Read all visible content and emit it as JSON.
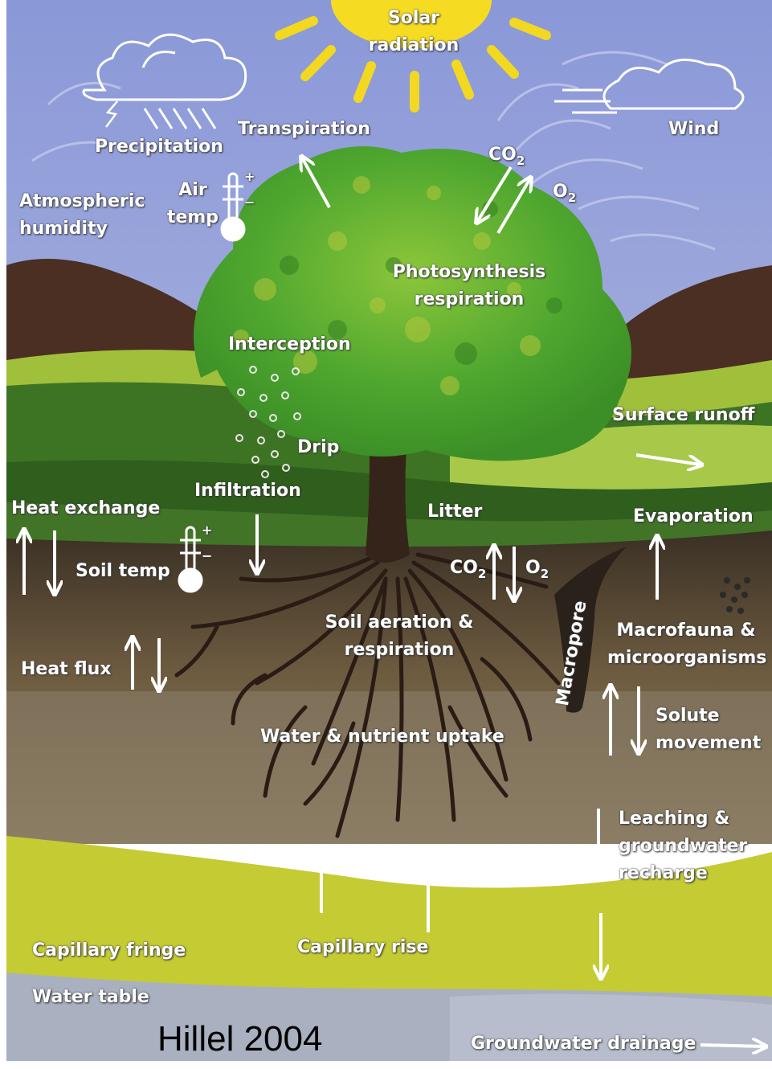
{
  "labels": {
    "solar_radiation": [
      "Solar",
      "radiation"
    ],
    "precipitation": "Precipitation",
    "transpiration": "Transpiration",
    "co2": "CO",
    "co2_sub": "2",
    "o2": "O",
    "o2_sub": "2",
    "wind": "Wind",
    "atmospheric_humidity": [
      "Atmospheric",
      "humidity"
    ],
    "air_temp": [
      "Air",
      "temp"
    ],
    "photosynthesis_respiration": [
      "Photosynthesis",
      "respiration"
    ],
    "interception": "Interception",
    "drip": "Drip",
    "surface_runoff": "Surface runoff",
    "infiltration": "Infiltration",
    "heat_exchange": "Heat exchange",
    "litter": "Litter",
    "evaporation": "Evaporation",
    "soil_temp": "Soil temp",
    "soil_co2": "CO",
    "soil_co2_sub": "2",
    "soil_o2": "O",
    "soil_o2_sub": "2",
    "soil_aeration": [
      "Soil aeration &",
      "respiration"
    ],
    "macropore": "Macropore",
    "macrofauna": [
      "Macrofauna &",
      "microorganisms"
    ],
    "heat_flux": "Heat flux",
    "solute_movement": [
      "Solute",
      "movement"
    ],
    "water_nutrient_uptake": "Water & nutrient uptake",
    "leaching": [
      "Leaching &",
      "groundwater",
      "recharge"
    ],
    "capillary_fringe": "Capillary fringe",
    "capillary_rise": "Capillary rise",
    "water_table": "Water table",
    "groundwater_drainage": "Groundwater drainage",
    "thermometer_plus": "+",
    "thermometer_minus": "−"
  },
  "credit": "Hillel 2004",
  "colors": {
    "sky": "#8d9ad6",
    "sun": "#f5dc22",
    "grass_light": "#a3c23d",
    "grass_dark": "#3b6e22",
    "soil_dark": "#3e3426",
    "soil_mid": "#8c7a58",
    "subsoil": "#8a7f6c",
    "capillary_yellow": "#c9cd35",
    "water_table": "#a8afbf",
    "foliage": "#52b234"
  }
}
